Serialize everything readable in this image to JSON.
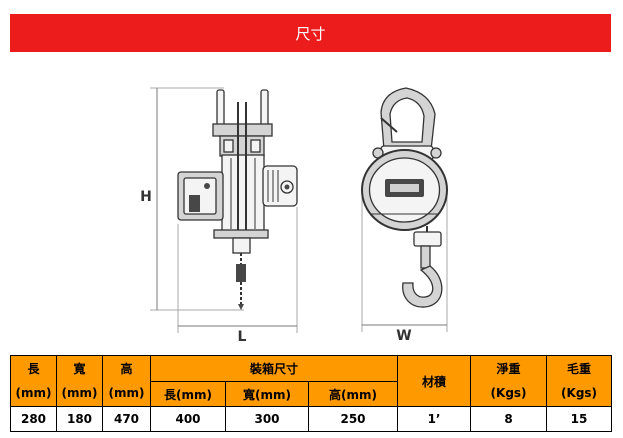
{
  "banner": {
    "title": "尺寸"
  },
  "diagram": {
    "height_label": "H",
    "length_label": "L",
    "width_label": "W"
  },
  "spec_table": {
    "length": {
      "label": "長",
      "unit": "(mm)",
      "value": "280"
    },
    "width": {
      "label": "寬",
      "unit": "(mm)",
      "value": "180"
    },
    "height": {
      "label": "高",
      "unit": "(mm)",
      "value": "470"
    },
    "packing": {
      "label": "裝箱尺寸",
      "length": {
        "label": "長(mm)",
        "value": "400"
      },
      "width": {
        "label": "寬(mm)",
        "value": "300"
      },
      "height": {
        "label": "高(mm)",
        "value": "250"
      }
    },
    "volume": {
      "label": "材積",
      "value": "1’"
    },
    "net_weight": {
      "label": "淨重",
      "unit": "(Kgs)",
      "value": "8"
    },
    "gross_weight": {
      "label": "毛重",
      "unit": "(Kgs)",
      "value": "15"
    }
  },
  "colors": {
    "banner": "#EC1C1C",
    "banner_text": "#FFFFFF",
    "table_header": "#FF9900",
    "line_art": "#333333"
  }
}
